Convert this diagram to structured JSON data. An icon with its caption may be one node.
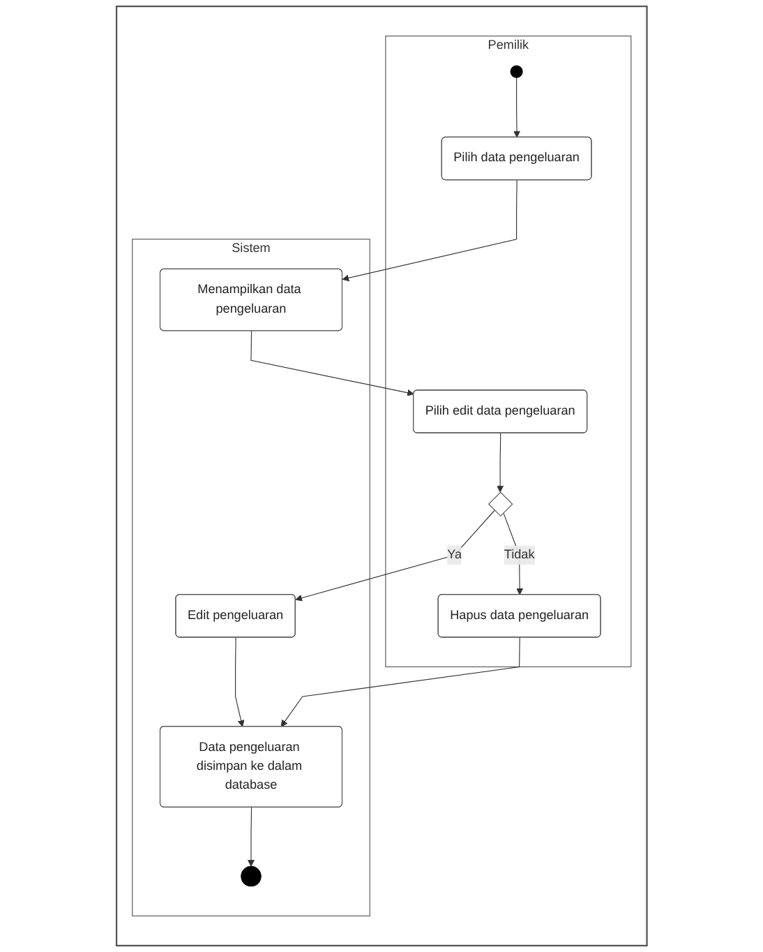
{
  "diagram": {
    "nodes": [
      {
        "text": [],
        "shape": "box"
      },
      {
        "text": [
          "Pemilik"
        ],
        "in": 0
      },
      {
        "text": [
          "Sistem"
        ],
        "in": 0
      },
      {
        "text": [],
        "shape": "circle",
        "in": 1
      },
      {
        "text": [
          "Pilih data pengeluaran"
        ],
        "in": 1
      },
      {
        "text": [
          "Menampilkan data pengeluaran"
        ],
        "in": 2
      },
      {
        "text": [
          "Pilih edit data pengeluaran"
        ],
        "in": 1
      },
      {
        "text": [],
        "shape": "diamond",
        "in": 1
      },
      {
        "text": [
          "Edit pengeluaran"
        ],
        "in": 2
      },
      {
        "text": [
          "Hapus data pengeluaran"
        ],
        "in": 1
      },
      {
        "text": [
          "Data pengeluaran disimpan ke dalam database"
        ],
        "in": 2
      },
      {
        "text": [],
        "shape": "circle",
        "in": 2
      }
    ],
    "edges": [
      {
        "from": 3,
        "to": 4,
        "arrow": "to"
      },
      {
        "from": 4,
        "to": 5,
        "arrow": "to"
      },
      {
        "from": 5,
        "to": 6,
        "arrow": "to"
      },
      {
        "from": 6,
        "to": 7,
        "arrow": "to"
      },
      {
        "from": 7,
        "to": 8,
        "arrow": "to",
        "label": "Ya"
      },
      {
        "from": 7,
        "to": 9,
        "arrow": "to",
        "label": "Tidak"
      },
      {
        "from": 8,
        "to": 10,
        "arrow": "to"
      },
      {
        "from": 9,
        "to": 10,
        "arrow": "to"
      },
      {
        "from": 10,
        "to": 11,
        "arrow": "to"
      }
    ]
  }
}
